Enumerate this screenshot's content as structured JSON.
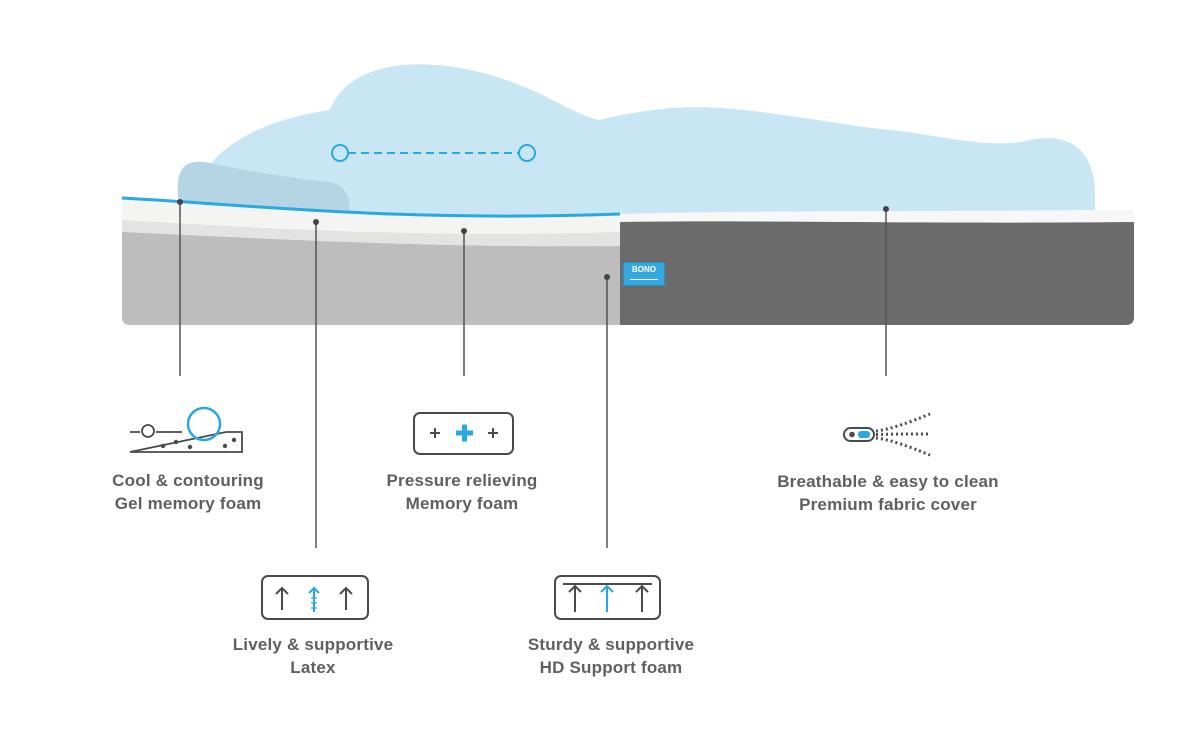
{
  "brand": {
    "name": "BONO",
    "color": "#35a8e0"
  },
  "colors": {
    "body_shape": "#c9e6f5",
    "pillow": "#b5d5e5",
    "accent_blue": "#29a9e1",
    "mattress_light": "#bdbdbd",
    "mattress_cover": "#6c6c6c",
    "leader_line": "#555555",
    "icon_stroke": "#4a4a4a",
    "text": "#5f5f5f"
  },
  "layers": [
    {
      "id": "gel",
      "line1": "Cool & contouring",
      "line2": "Gel memory foam",
      "icon": "gel-bubbles-icon"
    },
    {
      "id": "latex",
      "line1": "Lively & supportive",
      "line2": "Latex",
      "icon": "latex-arrows-icon"
    },
    {
      "id": "memory",
      "line1": "Pressure relieving",
      "line2": "Memory foam",
      "icon": "plus-pressure-icon"
    },
    {
      "id": "hd",
      "line1": "Sturdy & supportive",
      "line2": "HD Support foam",
      "icon": "support-arrows-icon"
    },
    {
      "id": "cover",
      "line1": "Breathable & easy to clean",
      "line2": "Premium fabric cover",
      "icon": "zipper-icon"
    }
  ]
}
